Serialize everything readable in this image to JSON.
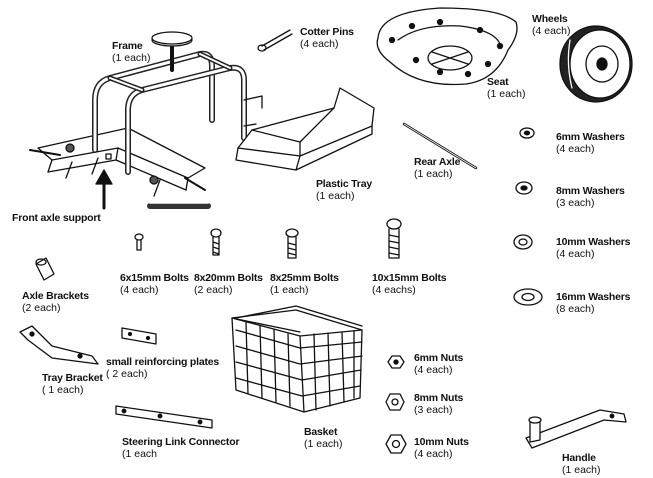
{
  "parts": {
    "frame": {
      "name": "Frame",
      "qty": "(1 each)"
    },
    "cotter_pins": {
      "name": "Cotter Pins",
      "qty": "(4 each)"
    },
    "seat": {
      "name": "Seat",
      "qty": "(1 each)"
    },
    "wheels": {
      "name": "Wheels",
      "qty": "(4 each)"
    },
    "plastic_tray": {
      "name": "Plastic Tray",
      "qty": "(1 each)"
    },
    "rear_axle": {
      "name": "Rear Axle",
      "qty": "(1 each)"
    },
    "front_axle_support": {
      "name": "Front axle support"
    },
    "washers_6mm": {
      "name": "6mm Washers",
      "qty": "(4 each)"
    },
    "washers_8mm": {
      "name": "8mm Washers",
      "qty": "(3 each)"
    },
    "washers_10mm": {
      "name": "10mm Washers",
      "qty": "(4 each)"
    },
    "washers_16mm": {
      "name": "16mm Washers",
      "qty": "(8 each)"
    },
    "bolts_6x15": {
      "name": "6x15mm Bolts",
      "qty": "(4 each)"
    },
    "bolts_8x20": {
      "name": "8x20mm Bolts",
      "qty": "(2 each)"
    },
    "bolts_8x25": {
      "name": "8x25mm Bolts",
      "qty": "(1 each)"
    },
    "bolts_10x15": {
      "name": "10x15mm Bolts",
      "qty": "(4 eachs)"
    },
    "axle_brackets": {
      "name": "Axle Brackets",
      "qty": "(2 each)"
    },
    "tray_bracket": {
      "name": "Tray Bracket",
      "qty": "( 1 each)"
    },
    "reinforcing_plates": {
      "name": "small reinforcing plates",
      "qty": "( 2 each)"
    },
    "basket": {
      "name": "Basket",
      "qty": "(1 each)"
    },
    "nuts_6mm": {
      "name": "6mm Nuts",
      "qty": "(4 each)"
    },
    "nuts_8mm": {
      "name": "8mm Nuts",
      "qty": "(3 each)"
    },
    "nuts_10mm": {
      "name": "10mm Nuts",
      "qty": "(4 each)"
    },
    "steering_link": {
      "name": "Steering Link Connector",
      "qty": "(1 each"
    },
    "handle": {
      "name": "Handle",
      "qty": "(1 each)"
    }
  }
}
